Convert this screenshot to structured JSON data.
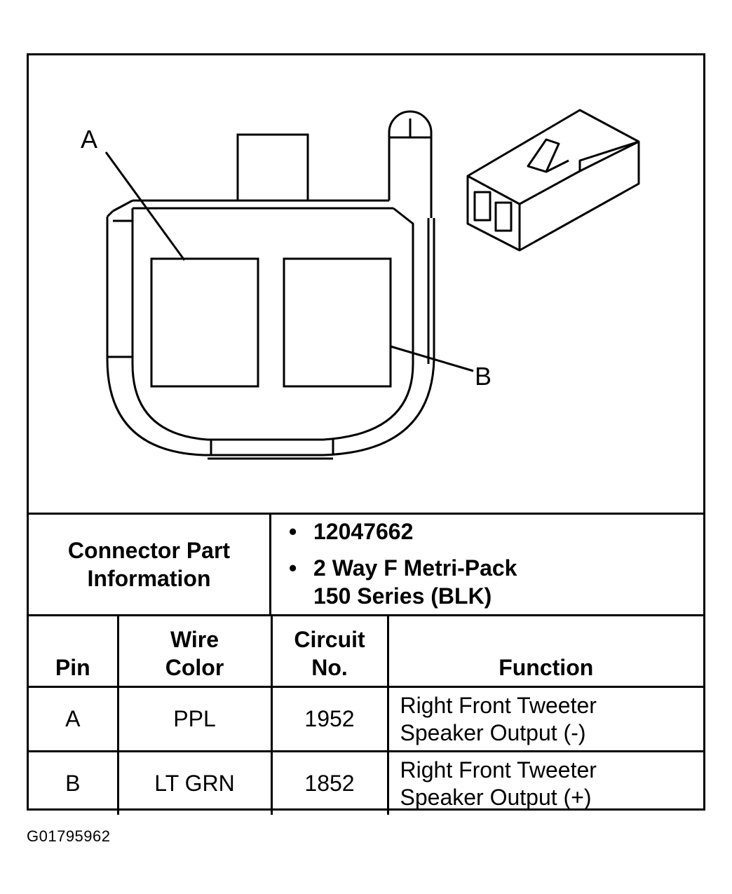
{
  "diagram": {
    "callouts": [
      "A",
      "B"
    ]
  },
  "connector_info": {
    "label_line1": "Connector Part",
    "label_line2": "Information",
    "part_number": "12047662",
    "description_line1": "2 Way F Metri-Pack",
    "description_line2": "150 Series (BLK)",
    "bullet": "•"
  },
  "pin_table": {
    "headers": {
      "pin": "Pin",
      "wire_color_line1": "Wire",
      "wire_color_line2": "Color",
      "circuit_line1": "Circuit",
      "circuit_line2": "No.",
      "function": "Function"
    },
    "rows": [
      {
        "pin": "A",
        "wire_color": "PPL",
        "circuit": "1952",
        "function_line1": "Right Front Tweeter",
        "function_line2": "Speaker Output (-)"
      },
      {
        "pin": "B",
        "wire_color": "LT GRN",
        "circuit": "1852",
        "function_line1": "Right Front Tweeter",
        "function_line2": "Speaker Output (+)"
      }
    ]
  },
  "figure_id": "G01795962"
}
